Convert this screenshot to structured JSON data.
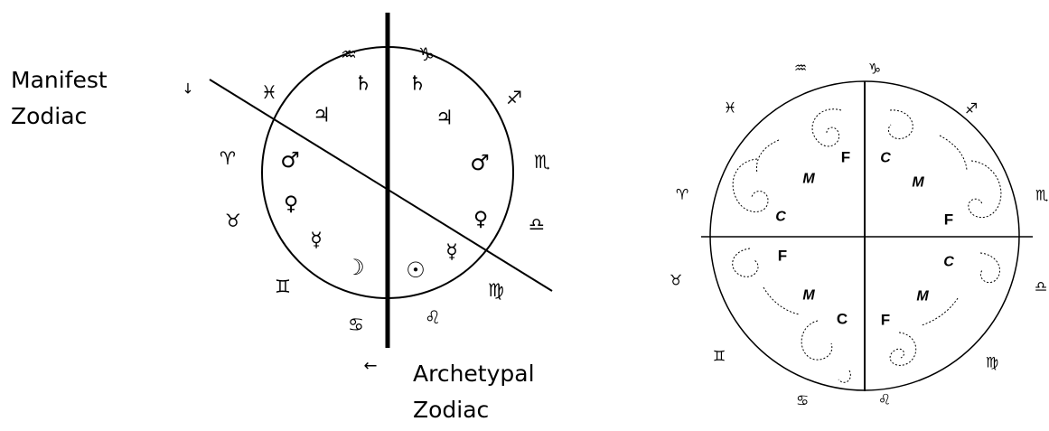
{
  "left_diagram": {
    "manifest_label_line1": "Manifest",
    "manifest_label_line2": "Zodiac",
    "archetypal_label_line1": "Archetypal",
    "archetypal_label_line2": "Zodiac",
    "arrow_manifest": "↓",
    "arrow_archetypal": "←",
    "signs": {
      "aquarius": "♒",
      "capricorn": "♑",
      "pisces": "♓",
      "sagittarius": "♐",
      "aries": "♈",
      "scorpio": "♏",
      "taurus": "♉",
      "libra": "♎",
      "gemini": "♊",
      "virgo": "♍",
      "cancer": "♋",
      "leo": "♌"
    },
    "planets": {
      "saturn_left": "♄",
      "saturn_right": "♄",
      "jupiter_left": "♃",
      "jupiter_right": "♃",
      "mars_left": "♂",
      "mars_right": "♂",
      "venus_left": "♀",
      "venus_right": "♀",
      "mercury_left": "☿",
      "mercury_right": "☿",
      "moon": "☽",
      "sun": "☉"
    }
  },
  "right_diagram": {
    "signs": {
      "aquarius": "♒",
      "capricorn": "♑",
      "pisces": "♓",
      "sagittarius": "♐",
      "aries": "♈",
      "scorpio": "♏",
      "taurus": "♉",
      "libra": "♎",
      "gemini": "♊",
      "virgo": "♍",
      "cancer": "♋",
      "leo": "♌"
    },
    "quadrant_letters": {
      "ul_f": "F",
      "ul_m": "M",
      "ul_c": "C",
      "ur_c": "C",
      "ur_m": "M",
      "ur_f": "F",
      "ll_f": "F",
      "ll_m": "M",
      "ll_c": "C",
      "lr_c": "C",
      "lr_m": "M",
      "lr_f": "F"
    }
  }
}
